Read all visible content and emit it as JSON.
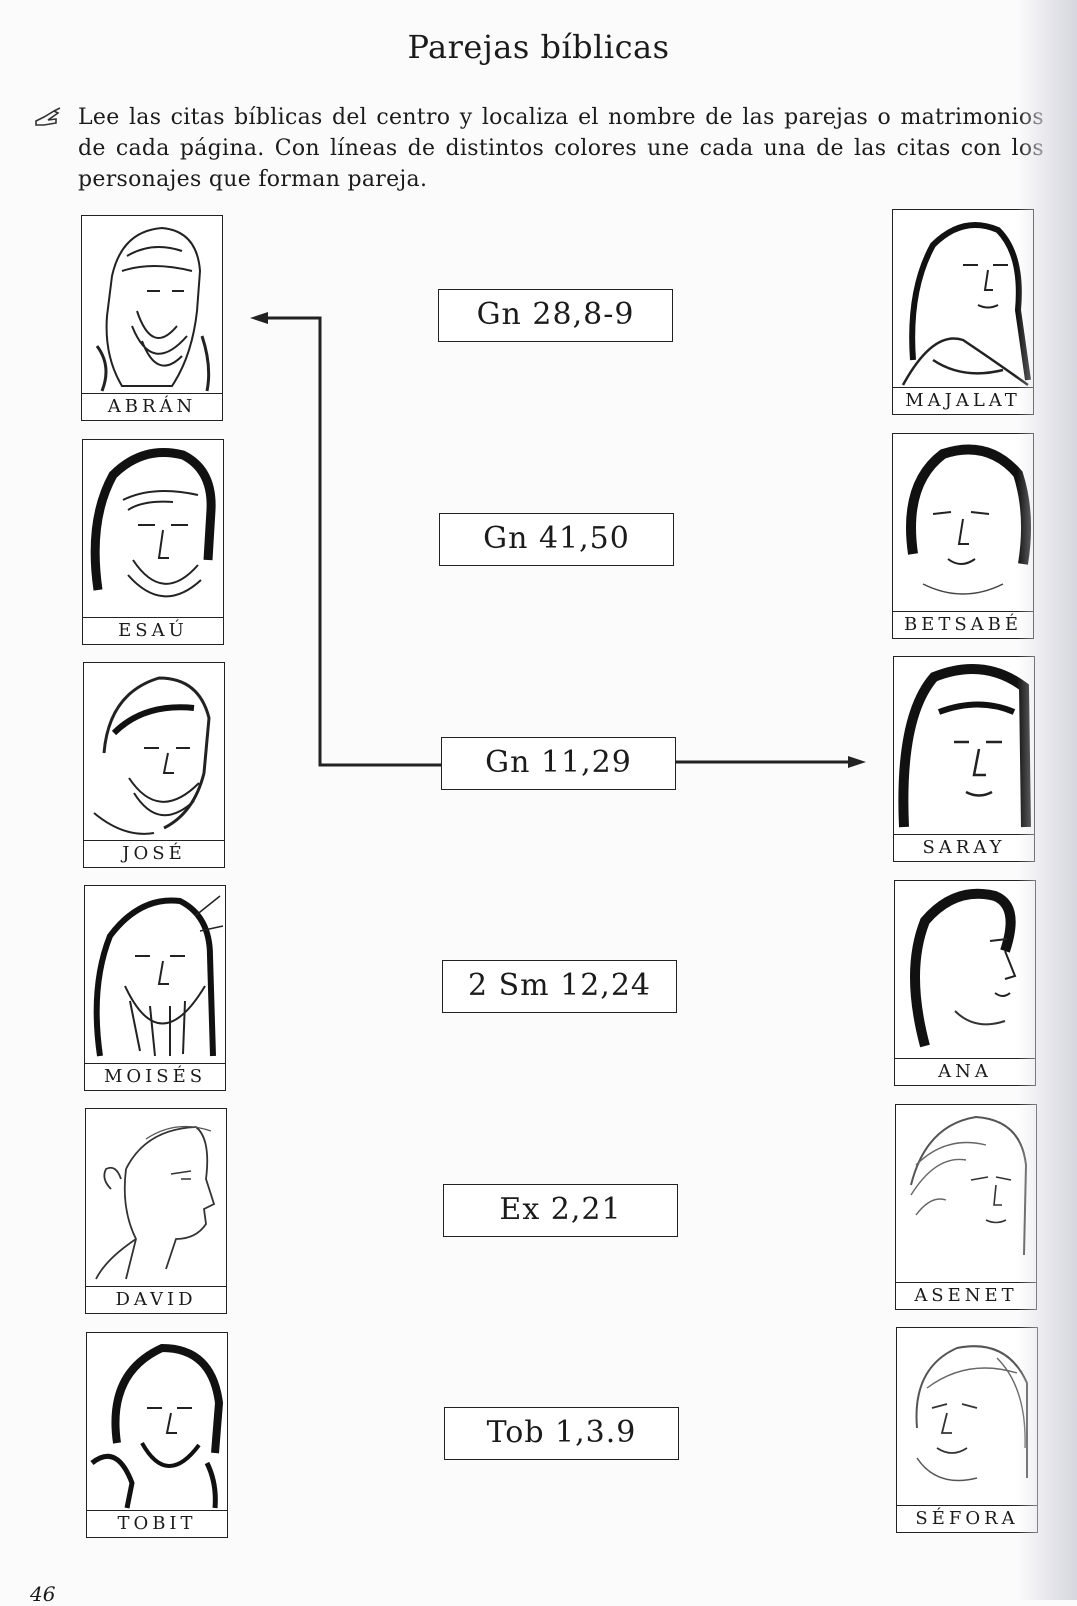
{
  "title": "Parejas bíblicas",
  "instructions": "Lee las citas bíblicas del centro y localiza el nombre de las parejas o matrimonios de cada página. Con líneas de distintos colores une cada una de las citas con los personajes que forman pareja.",
  "men": [
    {
      "name": "ABRÁN"
    },
    {
      "name": "ESAÚ"
    },
    {
      "name": "JOSÉ"
    },
    {
      "name": "MOISÉS"
    },
    {
      "name": "DAVID"
    },
    {
      "name": "TOBIT"
    }
  ],
  "citations": [
    "Gn 28,8-9",
    "Gn 41,50",
    "Gn 11,29",
    "2 Sm 12,24",
    "Ex 2,21",
    "Tob 1,3.9"
  ],
  "women": [
    {
      "name": "MAJALAT"
    },
    {
      "name": "BETSABÉ"
    },
    {
      "name": "SARAY"
    },
    {
      "name": "ANA"
    },
    {
      "name": "ASENET"
    },
    {
      "name": "SÉFORA"
    }
  ],
  "example_connection": {
    "citation": "Gn 11,29",
    "man": "ABRÁN",
    "woman": "SARAY"
  },
  "page_number": "46"
}
